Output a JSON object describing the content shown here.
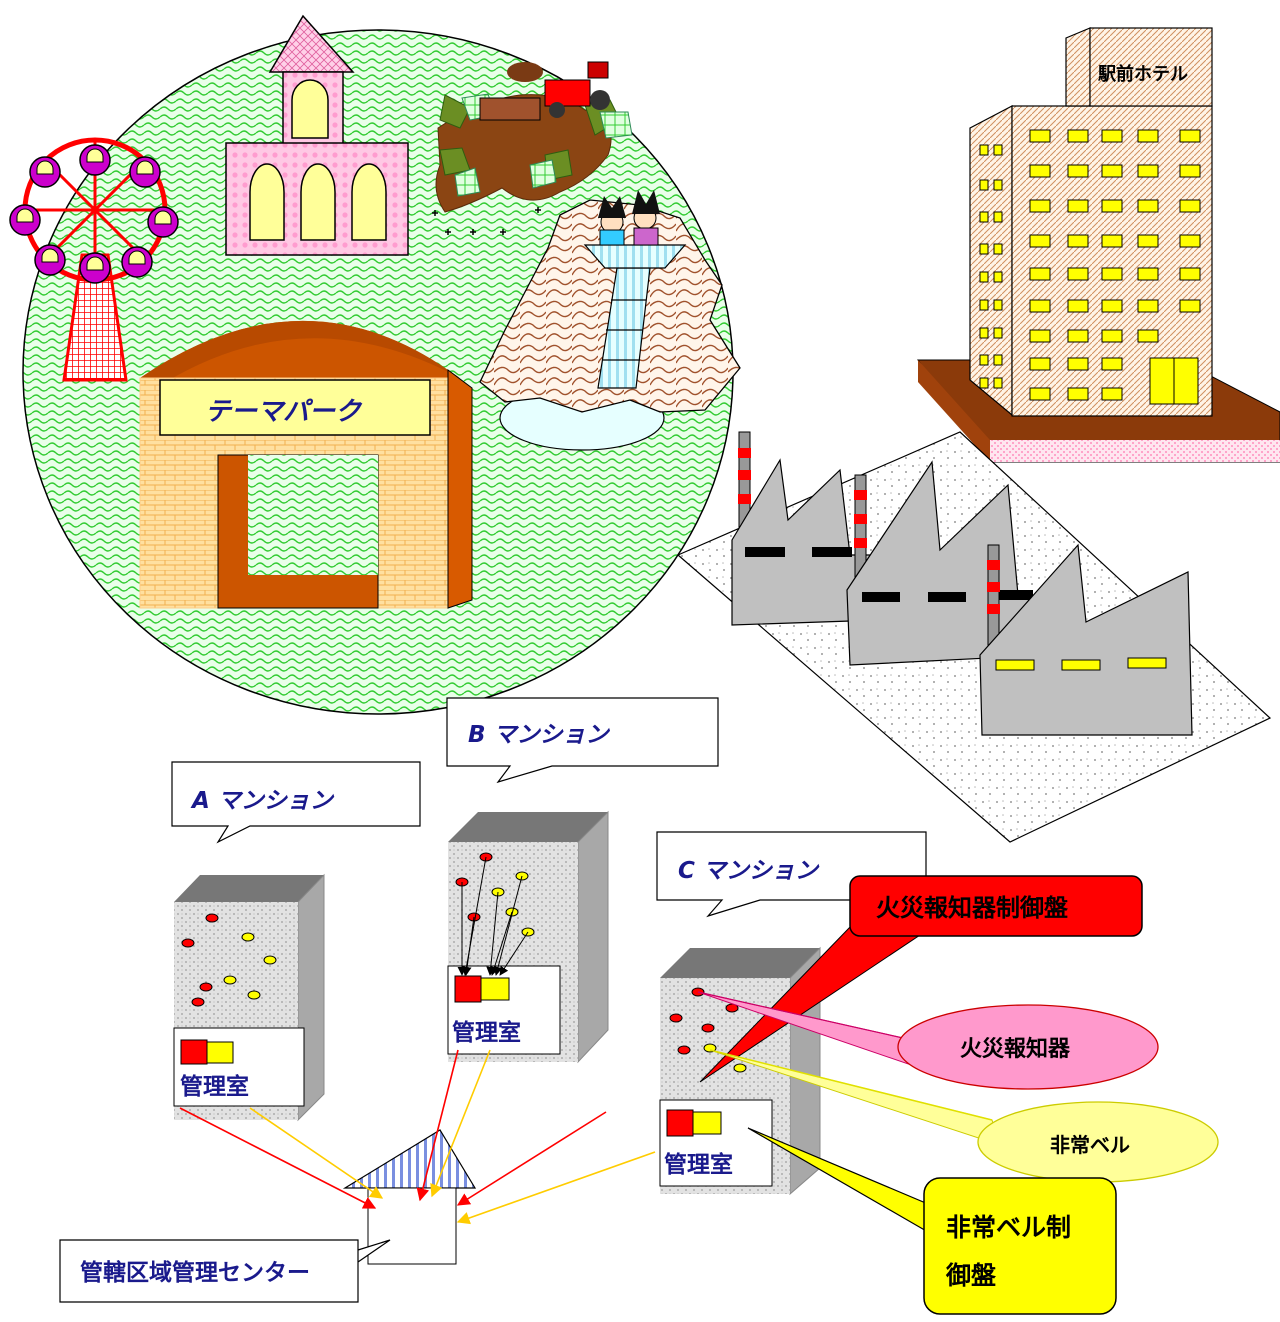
{
  "theme_park": {
    "sign": "テーマパーク"
  },
  "hotel": {
    "sign": "駅前ホテル"
  },
  "mansions": {
    "a": {
      "callout": "A マンション",
      "room": "管理室"
    },
    "b": {
      "callout": "B マンション",
      "room": "管理室"
    },
    "c": {
      "callout": "C マンション",
      "room": "管理室"
    }
  },
  "callouts": {
    "fire_panel": "火災報知器制御盤",
    "fire_alarm": "火災報知器",
    "bell": "非常ベル",
    "bell_panel_line1": "非常ベル制",
    "bell_panel_line2": "御盤"
  },
  "center": {
    "label": "管轄区域管理センター"
  },
  "colors": {
    "navy": "#1a1a8c",
    "fire_red": "#ff0000",
    "bell_yellow": "#ffff00",
    "grass": "#ccffcc",
    "building_gray": "#c0c0c0"
  }
}
